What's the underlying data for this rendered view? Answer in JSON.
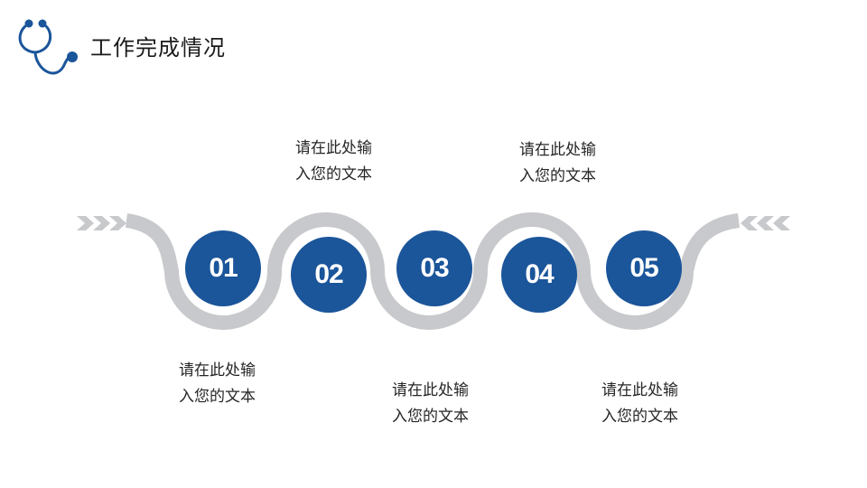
{
  "header": {
    "title": "工作完成情况",
    "logo_icon": "stethoscope-icon"
  },
  "colors": {
    "accent": "#1b559a",
    "track": "#c8c9cc",
    "text": "#262626"
  },
  "steps": [
    {
      "number": "01",
      "line1": "请在此处输",
      "line2": "入您的文本"
    },
    {
      "number": "02",
      "line1": "请在此处输",
      "line2": "入您的文本"
    },
    {
      "number": "03",
      "line1": "请在此处输",
      "line2": "入您的文本"
    },
    {
      "number": "04",
      "line1": "请在此处输",
      "line2": "入您的文本"
    },
    {
      "number": "05",
      "line1": "请在此处输",
      "line2": "入您的文本"
    }
  ]
}
